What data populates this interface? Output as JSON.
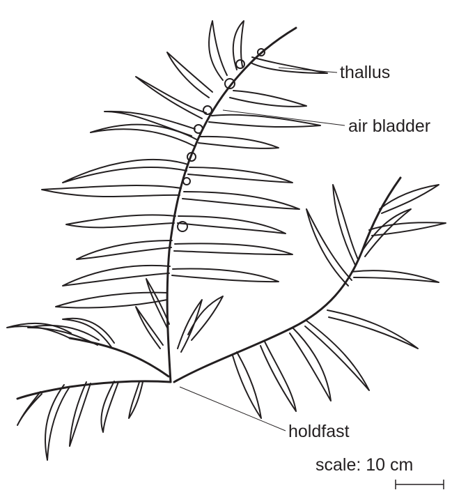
{
  "labels": {
    "thallus": "thallus",
    "air_bladder": "air bladder",
    "holdfast": "holdfast"
  },
  "scale": {
    "text": "scale: 10 cm"
  },
  "colors": {
    "ink": "#231f20",
    "background": "#ffffff"
  }
}
